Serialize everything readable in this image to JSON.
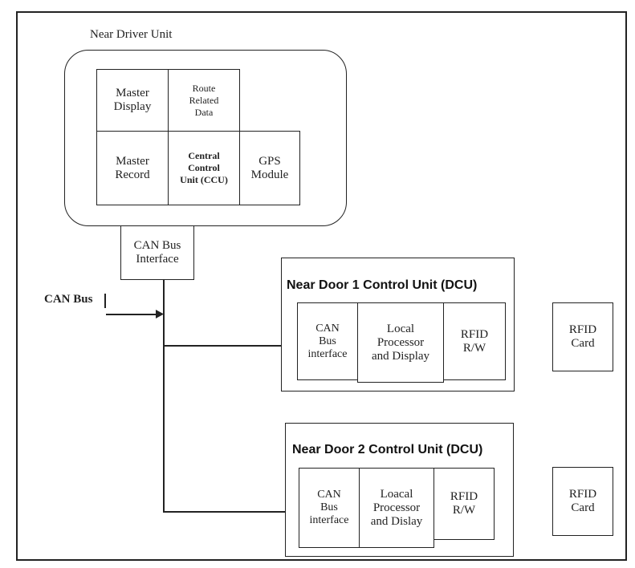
{
  "near_driver_unit": {
    "title": "Near Driver Unit",
    "master_display": [
      "Master",
      "Display"
    ],
    "route_related": [
      "Route",
      "Related",
      "Data"
    ],
    "master_record": [
      "Master",
      "Record"
    ],
    "ccu": [
      "Central",
      "Control",
      "Unit (CCU)"
    ],
    "gps": [
      "GPS",
      "Module"
    ]
  },
  "can_bus_interface": [
    "CAN Bus",
    "Interface"
  ],
  "can_bus_label": "CAN Bus",
  "dcu1": {
    "title": "Near Door 1 Control Unit (DCU)",
    "can": [
      "CAN",
      "Bus",
      "interface"
    ],
    "local": [
      "Local",
      "Processor",
      "and Display"
    ],
    "rfid_rw": [
      "RFID",
      "R/W"
    ]
  },
  "dcu2": {
    "title": "Near Door 2 Control Unit (DCU)",
    "can": [
      "CAN",
      "Bus",
      "interface"
    ],
    "local": [
      "Loacal",
      "Processor",
      "and Dislay"
    ],
    "rfid_rw": [
      "RFID",
      "R/W"
    ]
  },
  "rfid_card_1": [
    "RFID",
    "Card"
  ],
  "rfid_card_2": [
    "RFID",
    "Card"
  ]
}
